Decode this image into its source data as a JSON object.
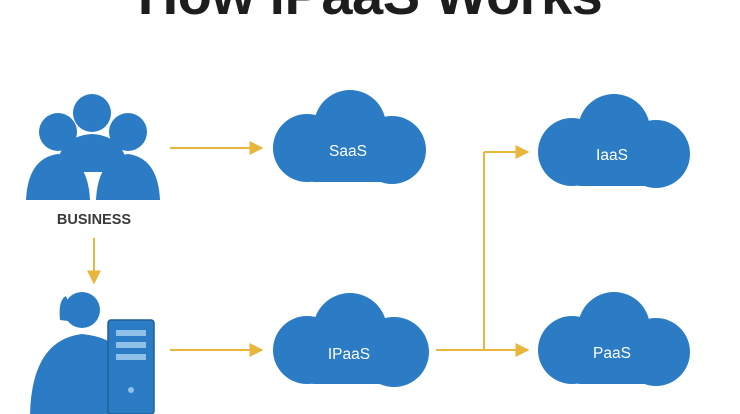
{
  "title": "How iPaaS Works",
  "business_label": "BUSINESS",
  "clouds": {
    "saas": "SaaS",
    "ipaas": "IPaaS",
    "iaas": "IaaS",
    "paas": "PaaS"
  },
  "colors": {
    "primary_blue": "#2b7cc4",
    "connector_gold": "#e8b53d",
    "title_text": "#1d1d1d"
  },
  "icons": {
    "business": "people-group-icon",
    "it": "person-server-icon"
  }
}
